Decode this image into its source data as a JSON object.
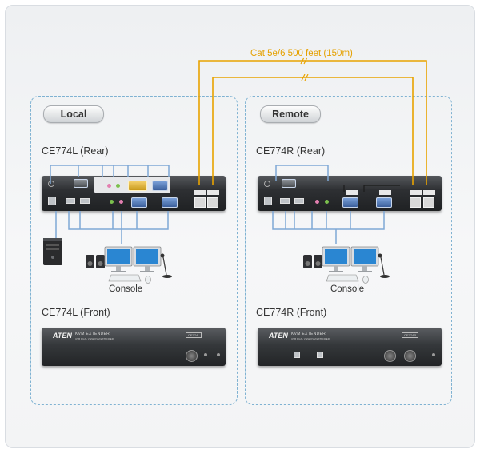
{
  "cable": {
    "label": "Cat 5e/6 500 feet (150m)"
  },
  "local": {
    "title": "Local",
    "rear_label": "CE774L (Rear)",
    "front_label": "CE774L (Front)",
    "console_label": "Console"
  },
  "remote": {
    "title": "Remote",
    "rear_label": "CE774R (Rear)",
    "front_label": "CE774R (Front)",
    "console_label": "Console"
  },
  "front_panel": {
    "brand": "ATEN",
    "product": "KVM EXTENDER",
    "subtitle": "USB DUAL VIEW KVM EXTENDER",
    "local_model": "CE774L",
    "remote_model": "CE774R"
  },
  "colors": {
    "cable": "#e8a300",
    "connector": "#7fa8d6",
    "section_border": "#7fb2d2"
  }
}
